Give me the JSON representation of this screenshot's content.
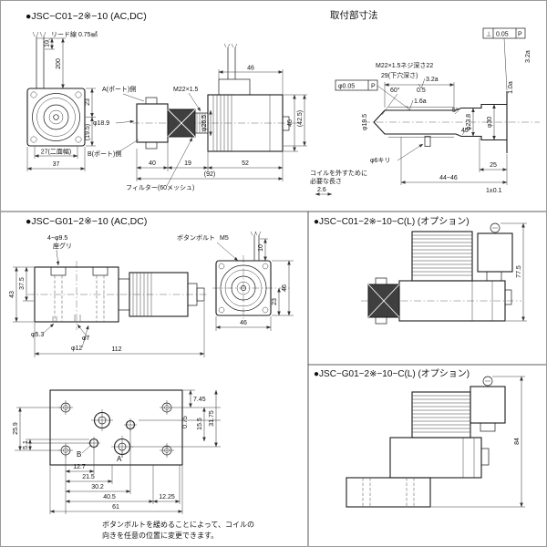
{
  "colors": {
    "background": "#ffffff",
    "line": "#1a1a1a"
  },
  "sec_c01": {
    "title": "●JSC−C01−2※−10 (AC,DC)",
    "lead_wire": "リード線 0.75㎟",
    "d10": "10",
    "d200": "200",
    "d23": "23",
    "d19_5": "(19.5)",
    "d27": "27(二面幅)",
    "d37": "37",
    "port_a": "A(ポート)側",
    "port_b": "B(ポート)側",
    "dia18_9": "φ18.9",
    "thread": "M22×1.5",
    "d40": "40",
    "d19": "19",
    "d92": "(92)",
    "d52": "52",
    "d46_top": "46",
    "dia26_5": "φ26.5",
    "d46_r": "46",
    "d42_5": "(42.5)",
    "filter": "フィルター(60メッシュ)"
  },
  "sec_mount": {
    "title": "取付部寸法",
    "thread_note": "M22×1.5ネジ深さ22",
    "pilot_note": "29(下穴深さ)",
    "a60": "60°",
    "tol_pos_val": "φ0.05",
    "tol_pos_ref": "P",
    "tol_perp_sym": "⊥",
    "tol_perp_val": "0.05",
    "tol_perp_ref": "P",
    "f32_side": "3.2a",
    "f32": "3.2a",
    "d0_5": "0.5",
    "f16": "1.6a",
    "a5": "5°",
    "a45": "45°",
    "f10": "1.0a",
    "dia19_5": "φ19.5",
    "dia23_8": "φ23.8",
    "dia30": "φ30",
    "drill": "φ6キリ",
    "d25": "25",
    "d44_46": "44~46",
    "d2_6": "2.6",
    "d1": "1±0.1",
    "coil_note1": "コイルを外すために",
    "coil_note2": "必要な長さ"
  },
  "sec_g01": {
    "title": "●JSC−G01−2※−10 (AC,DC)",
    "cbore1": "4−φ9.5",
    "cbore2": "座グリ",
    "bolt": "ボタンボルト",
    "bolt_size": "M5",
    "d10": "10",
    "d43": "43",
    "d37_5": "37.5",
    "dia5_3": "φ5.3",
    "dia7": "φ7",
    "dia12": "φ12",
    "d112": "112",
    "d23": "23",
    "d46_r": "46",
    "d46_b": "46"
  },
  "sec_c01_opt": {
    "title": "●JSC−C01−2※−10−C(L) (オプション)",
    "d77_5": "77.5"
  },
  "sec_g01_opt": {
    "title": "●JSC−G01−2※−10−C(L) (オプション)",
    "d84": "84"
  },
  "sec_face": {
    "d25_9": "25.9",
    "d5_1": "5.1",
    "d7_45": "7.45",
    "d0_75": "0.75",
    "d15_5": "15.5",
    "d31_75": "31.75",
    "d12_7": "12.7",
    "d21_5": "21.5",
    "d30_2": "30.2",
    "d40_5": "40.5",
    "d12_25": "12.25",
    "d61": "61",
    "port_b": "B",
    "port_a": "A",
    "note1": "ボタンボルトを緩めることによって、コイルの",
    "note2": "向きを任意の位置に変更できます。"
  }
}
